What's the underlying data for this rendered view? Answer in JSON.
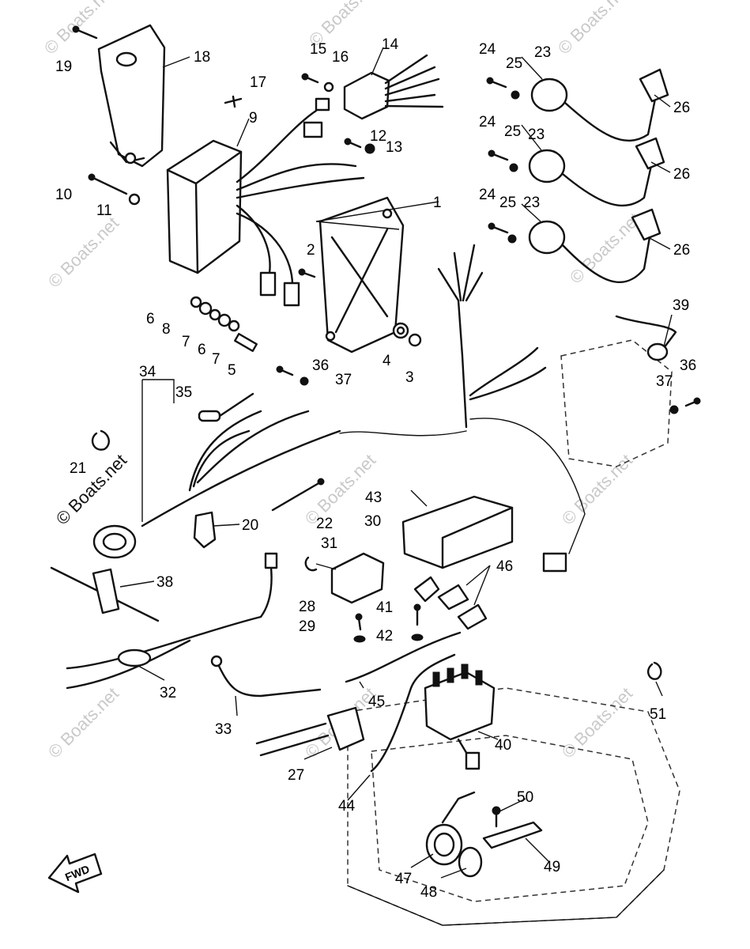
{
  "watermark": "© Boats.net",
  "fwd_label": "FWD",
  "callouts": {
    "p1": "1",
    "p2": "2",
    "p3": "3",
    "p4": "4",
    "p5": "5",
    "p6a": "6",
    "p6b": "6",
    "p7a": "7",
    "p7b": "7",
    "p8": "8",
    "p9": "9",
    "p10": "10",
    "p11": "11",
    "p12": "12",
    "p13": "13",
    "p14": "14",
    "p15": "15",
    "p16": "16",
    "p17": "17",
    "p18": "18",
    "p19": "19",
    "p20": "20",
    "p21": "21",
    "p22": "22",
    "p23a": "23",
    "p23b": "23",
    "p23c": "23",
    "p24a": "24",
    "p24b": "24",
    "p24c": "24",
    "p25a": "25",
    "p25b": "25",
    "p25c": "25",
    "p26a": "26",
    "p26b": "26",
    "p26c": "26",
    "p27": "27",
    "p28": "28",
    "p29": "29",
    "p30": "30",
    "p31": "31",
    "p32": "32",
    "p33": "33",
    "p34": "34",
    "p35": "35",
    "p36a": "36",
    "p36b": "36",
    "p37a": "37",
    "p37b": "37",
    "p38": "38",
    "p39": "39",
    "p40": "40",
    "p41": "41",
    "p42": "42",
    "p43": "43",
    "p44": "44",
    "p45": "45",
    "p46": "46",
    "p47": "47",
    "p48": "48",
    "p49": "49",
    "p50": "50",
    "p51": "51"
  }
}
